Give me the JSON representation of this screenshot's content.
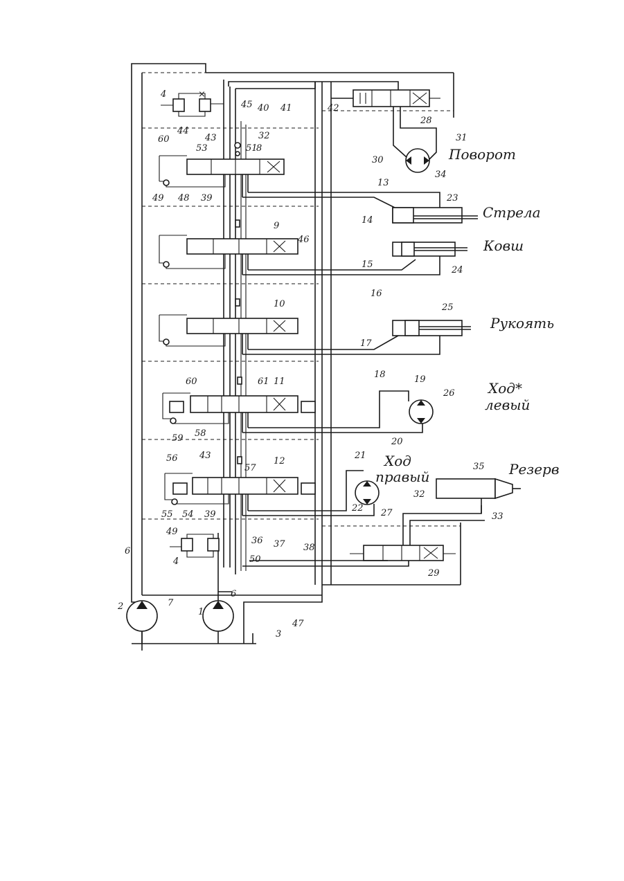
{
  "labels": {
    "povorot": "Поворот",
    "strela": "Стрела",
    "kovsh": "Ковш",
    "rukoyat": "Рукоять",
    "hod_levyi_1": "Ход*",
    "hod_levyi_2": "левый",
    "hod_pravyi_1": "Ход",
    "hod_pravyi_2": "правый",
    "rezerv": "Резерв"
  },
  "numbers": {
    "n1": "1",
    "n2": "2",
    "n3": "3",
    "n4a": "4",
    "n4b": "4",
    "n6a": "6",
    "n6b": "6",
    "n7": "7",
    "n8": "8",
    "n9": "9",
    "n10": "10",
    "n11": "11",
    "n12": "12",
    "n13": "13",
    "n14": "14",
    "n15": "15",
    "n16": "16",
    "n17": "17",
    "n18": "18",
    "n19": "19",
    "n20": "20",
    "n21": "21",
    "n22": "22",
    "n23": "23",
    "n24": "24",
    "n25": "25",
    "n26": "26",
    "n27": "27",
    "n28": "28",
    "n29": "29",
    "n30": "30",
    "n31": "31",
    "n32a": "32",
    "n32b": "32",
    "n33": "33",
    "n34": "34",
    "n35": "35",
    "n36": "36",
    "n37": "37",
    "n38": "38",
    "n39a": "39",
    "n39b": "39",
    "n40": "40",
    "n41": "41",
    "n42": "42",
    "n43a": "43",
    "n43b": "43",
    "n44": "44",
    "n45": "45",
    "n46": "46",
    "n47": "47",
    "n48": "48",
    "n49a": "49",
    "n49b": "49",
    "n50": "50",
    "n51": "51",
    "n53": "53",
    "n54": "54",
    "n55": "55",
    "n56": "56",
    "n57": "57",
    "n58": "58",
    "n59": "59",
    "n60a": "60",
    "n60b": "60",
    "n61": "61"
  }
}
